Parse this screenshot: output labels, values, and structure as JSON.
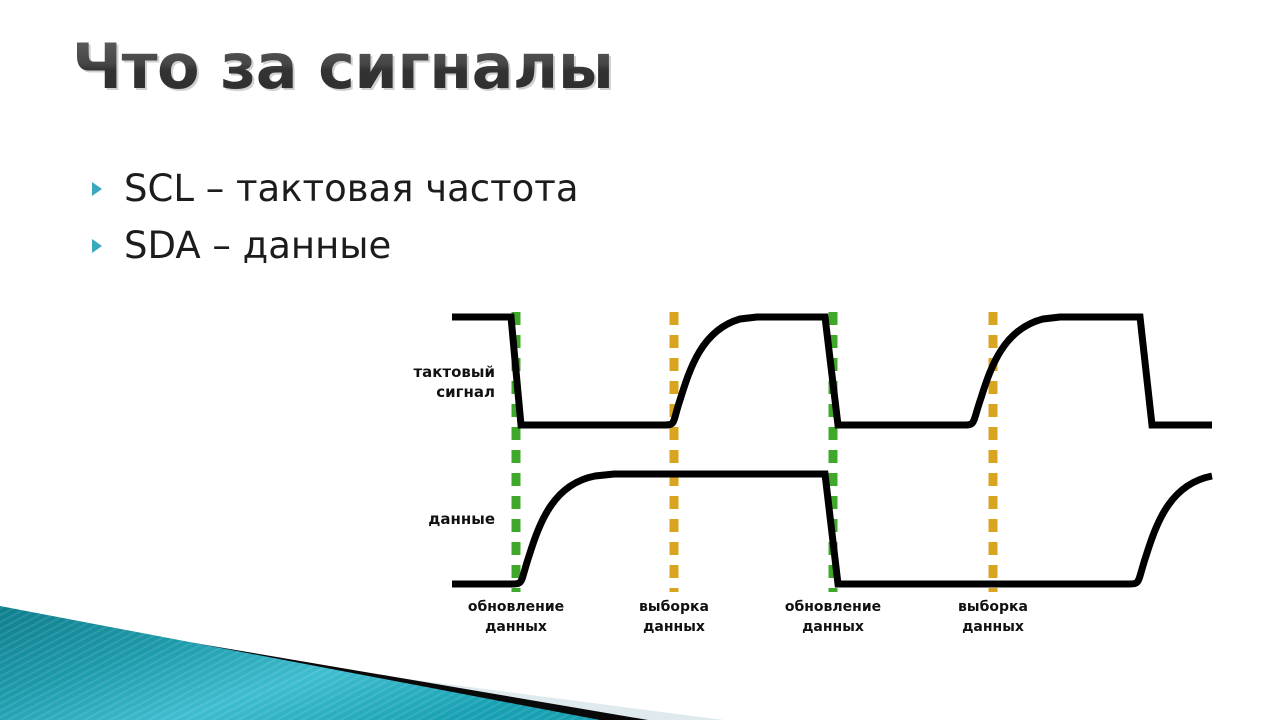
{
  "slide": {
    "title": "Что за сигналы",
    "bullets": [
      {
        "marker": "triangle-bullet",
        "text": "SCL – тактовая частота"
      },
      {
        "marker": "triangle-bullet",
        "text": "SDA – данные"
      }
    ]
  },
  "diagram": {
    "name": "i2c-timing-diagram",
    "wave_labels": {
      "clock_line1": "тактовый",
      "clock_line2": "сигнал",
      "data": "данные"
    },
    "event_labels": [
      {
        "line1": "обновление",
        "line2": "данных",
        "x": 516,
        "marker_color": "#3fa82b"
      },
      {
        "line1": "выборка",
        "line2": "данных",
        "x": 674,
        "marker_color": "#d9a521"
      },
      {
        "line1": "обновление",
        "line2": "данных",
        "x": 833,
        "marker_color": "#3fa82b"
      },
      {
        "line1": "выборка",
        "line2": "данных",
        "x": 993,
        "marker_color": "#d9a521"
      }
    ],
    "colors": {
      "trace": "#000000",
      "update_marker": "#3fa82b",
      "sample_marker": "#d9a521",
      "label_text": "#111111"
    },
    "levels": {
      "clock_high_y": 317,
      "clock_low_y": 425,
      "data_high_y": 474,
      "data_low_y": 584,
      "trace_start_x": 452,
      "trace_end_x": 1212,
      "marker_top_y": 312,
      "marker_bottom_y": 592
    }
  },
  "theme": {
    "accent_teal": "#3aa9bd",
    "bullet_color": "#3aa9bd",
    "title_color": "#3f3f3f",
    "body_text_color": "#1c1c1c",
    "background": "#ffffff",
    "deco_teal_dark": "#13808f",
    "deco_teal_light": "#4fc3d6",
    "deco_black": "#0a0a0a",
    "deco_pale": "#dfeaee"
  },
  "chart_data": {
    "type": "line",
    "title": "I2C SCL / SDA timing",
    "xlabel": "",
    "ylabel": "",
    "series": [
      {
        "name": "тактовый сигнал",
        "points": [
          [
            452,
            1
          ],
          [
            512,
            1
          ],
          [
            520,
            0
          ],
          [
            668,
            0
          ],
          [
            676,
            0.45
          ],
          [
            700,
            0.9
          ],
          [
            740,
            1
          ],
          [
            826,
            1
          ],
          [
            838,
            0
          ],
          [
            968,
            0
          ],
          [
            980,
            0.4
          ],
          [
            1010,
            0.9
          ],
          [
            1060,
            1
          ],
          [
            1140,
            1
          ],
          [
            1152,
            0
          ],
          [
            1212,
            0
          ]
        ]
      },
      {
        "name": "данные",
        "points": [
          [
            452,
            0
          ],
          [
            512,
            0
          ],
          [
            524,
            0.35
          ],
          [
            556,
            0.85
          ],
          [
            600,
            1
          ],
          [
            826,
            1
          ],
          [
            838,
            0
          ],
          [
            1130,
            0
          ],
          [
            1146,
            0.35
          ],
          [
            1180,
            0.85
          ],
          [
            1212,
            1
          ]
        ]
      }
    ],
    "markers": [
      {
        "x": 516,
        "label": "обновление данных",
        "color": "#3fa82b",
        "style": "dashed"
      },
      {
        "x": 674,
        "label": "выборка данных",
        "color": "#d9a521",
        "style": "dashed"
      },
      {
        "x": 833,
        "label": "обновление данных",
        "color": "#3fa82b",
        "style": "dashed"
      },
      {
        "x": 993,
        "label": "выборка данных",
        "color": "#d9a521",
        "style": "dashed"
      }
    ],
    "grid": false,
    "legend": "left-labels"
  }
}
